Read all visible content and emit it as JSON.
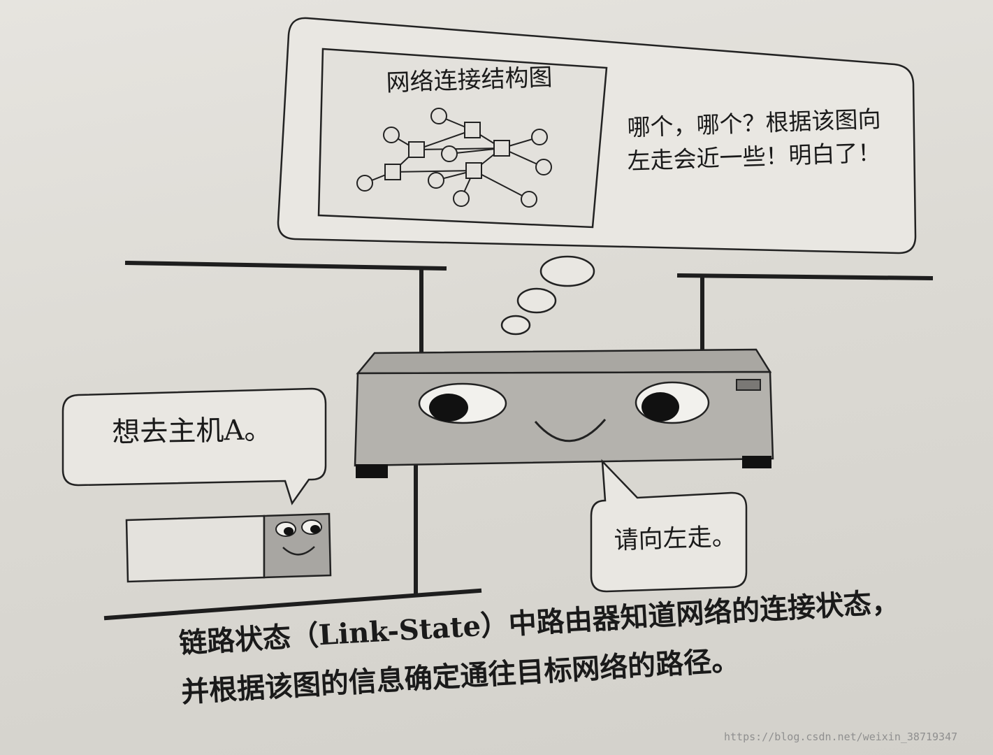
{
  "diagram": {
    "title": "网络连接结构图"
  },
  "router_thought": {
    "line1": "哪个，哪个？根据该图向",
    "line2": "左走会近一些！明白了！"
  },
  "host_speech": "想去主机A。",
  "router_speech": "请向左走。",
  "caption": {
    "line1": "链路状态（Link-State）中路由器知道网络的连接状态，",
    "line2": "并根据该图的信息确定通往目标网络的路径。"
  },
  "watermark": "https://blog.csdn.net/weixin_38719347",
  "colors": {
    "ink": "#1a1a1a",
    "paper": "#dedcd6",
    "device_gray": "#b4b2ad",
    "device_top": "#a9a7a2",
    "face_gray": "#a8a6a2"
  },
  "icons": {
    "router": "router-icon",
    "host": "host-icon",
    "router-eye": "eye-icon",
    "network-switch-node": "square-node-icon",
    "network-end-node": "circle-node-icon"
  }
}
